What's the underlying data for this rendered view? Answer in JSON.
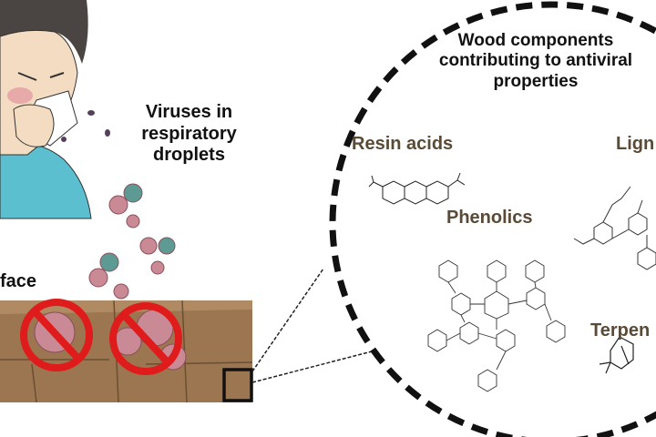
{
  "labels": {
    "droplets": "Viruses in respiratory droplets",
    "surface": "face",
    "circle_title": "Wood components contributing to antiviral properties",
    "resin_acids": "Resin acids",
    "lignans": "Lign",
    "phenolics": "Phenolics",
    "terpenes": "Terpen"
  },
  "colors": {
    "shirt": "#5bbfcf",
    "hair": "#4a4542",
    "wood": "#9c7650",
    "prohibition": "#e01b1b",
    "virus": "#c98a96",
    "virus_alt": "#5e9a94",
    "component_text": "#5a4a36"
  }
}
